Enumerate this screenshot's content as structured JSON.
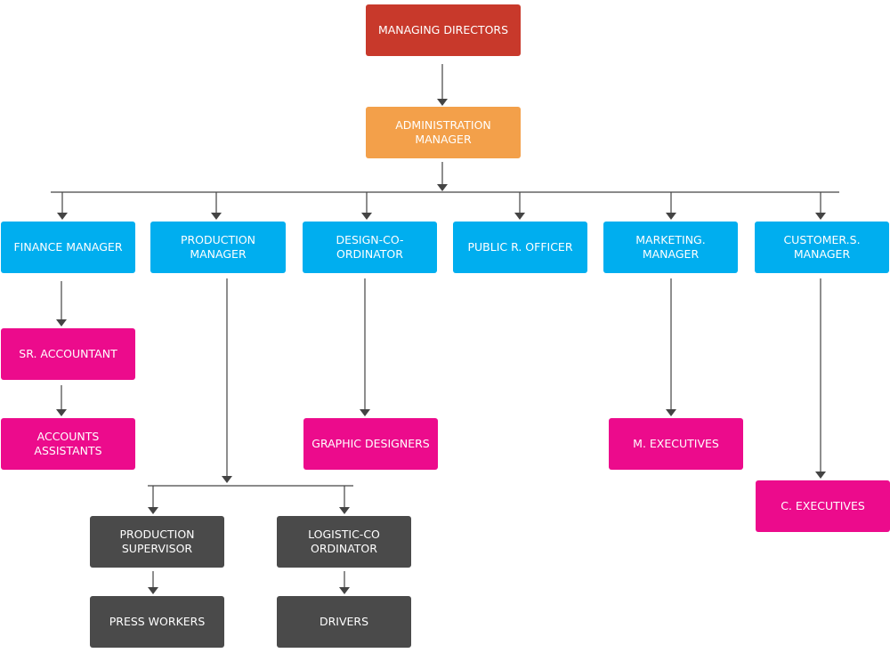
{
  "colors": {
    "top": "#c8392b",
    "admin": "#f3a04a",
    "manager": "#00aeef",
    "staff": "#ec0b8c",
    "production": "#4a4a4a"
  },
  "nodes": {
    "managing_directors": "MANAGING DIRECTORS",
    "administration_manager": "ADMINISTRATION\nMANAGER",
    "finance_manager": "FINANCE MANAGER",
    "production_manager": "PRODUCTION MANAGER",
    "design_coordinator": "DESIGN-CO-ORDINATOR",
    "public_officer": "PUBLIC R. OFFICER",
    "marketing_manager": "MARKETING. MANAGER",
    "customer_manager": "CUSTOMER.S. MANAGER",
    "sr_accountant": "SR. ACCOUNTANT",
    "accounts_assistants": "ACCOUNTS ASSISTANTS",
    "graphic_designers": "GRAPHIC DESIGNERS",
    "m_executives": "M. EXECUTIVES",
    "c_executives": "C. EXECUTIVES",
    "production_supervisor": "PRODUCTION\nSUPERVISOR",
    "logistic_coordinator": "LOGISTIC-CO\nORDINATOR",
    "press_workers": "PRESS WORKERS",
    "drivers": "DRIVERS"
  }
}
